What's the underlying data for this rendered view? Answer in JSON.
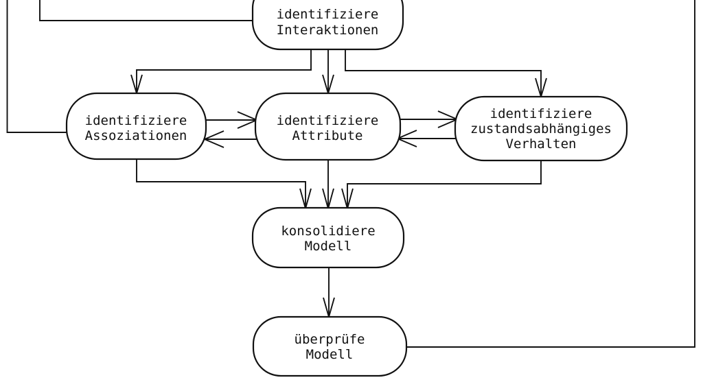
{
  "diagram": {
    "language": "de",
    "colors": {
      "line": "#111111",
      "node_fill": "#ffffff",
      "background": "#ffffff"
    },
    "nodes": [
      {
        "id": "identifiziere-interaktionen",
        "lines": [
          "identifiziere",
          "Interaktionen"
        ],
        "label": "identifiziere Interaktionen"
      },
      {
        "id": "identifiziere-assoziationen",
        "lines": [
          "identifiziere",
          "Assoziationen"
        ],
        "label": "identifiziere Assoziationen"
      },
      {
        "id": "identifiziere-attribute",
        "lines": [
          "identifiziere",
          "Attribute"
        ],
        "label": "identifiziere Attribute"
      },
      {
        "id": "identifiziere-zustandsabhaengiges-verhalten",
        "lines": [
          "identifiziere",
          "zustandsabhängiges",
          "Verhalten"
        ],
        "label": "identifiziere zustandsabhängiges Verhalten"
      },
      {
        "id": "konsolidiere-modell",
        "lines": [
          "konsolidiere",
          "Modell"
        ],
        "label": "konsolidiere Modell"
      },
      {
        "id": "ueberpruefe-modell",
        "lines": [
          "überprüfe",
          "Modell"
        ],
        "label": "überprüfe Modell"
      }
    ],
    "edges": [
      {
        "from": "off-screen-top-left-outer",
        "to": "identifiziere-assoziationen",
        "arrow": false
      },
      {
        "from": "off-screen-top-left-inner",
        "to": "identifiziere-interaktionen",
        "arrow": false
      },
      {
        "from": "identifiziere-interaktionen",
        "to": "identifiziere-assoziationen",
        "arrow": true
      },
      {
        "from": "identifiziere-interaktionen",
        "to": "identifiziere-attribute",
        "arrow": true
      },
      {
        "from": "identifiziere-interaktionen",
        "to": "identifiziere-zustandsabhaengiges-verhalten",
        "arrow": true
      },
      {
        "from": "identifiziere-assoziationen",
        "to": "identifiziere-attribute",
        "arrow": true
      },
      {
        "from": "identifiziere-attribute",
        "to": "identifiziere-assoziationen",
        "arrow": true
      },
      {
        "from": "identifiziere-attribute",
        "to": "identifiziere-zustandsabhaengiges-verhalten",
        "arrow": true
      },
      {
        "from": "identifiziere-zustandsabhaengiges-verhalten",
        "to": "identifiziere-attribute",
        "arrow": true
      },
      {
        "from": "identifiziere-assoziationen",
        "to": "konsolidiere-modell",
        "arrow": true
      },
      {
        "from": "identifiziere-attribute",
        "to": "konsolidiere-modell",
        "arrow": true
      },
      {
        "from": "identifiziere-zustandsabhaengiges-verhalten",
        "to": "konsolidiere-modell",
        "arrow": true
      },
      {
        "from": "konsolidiere-modell",
        "to": "ueberpruefe-modell",
        "arrow": true
      },
      {
        "from": "ueberpruefe-modell",
        "to": "off-screen-top-right",
        "arrow": false
      }
    ]
  }
}
